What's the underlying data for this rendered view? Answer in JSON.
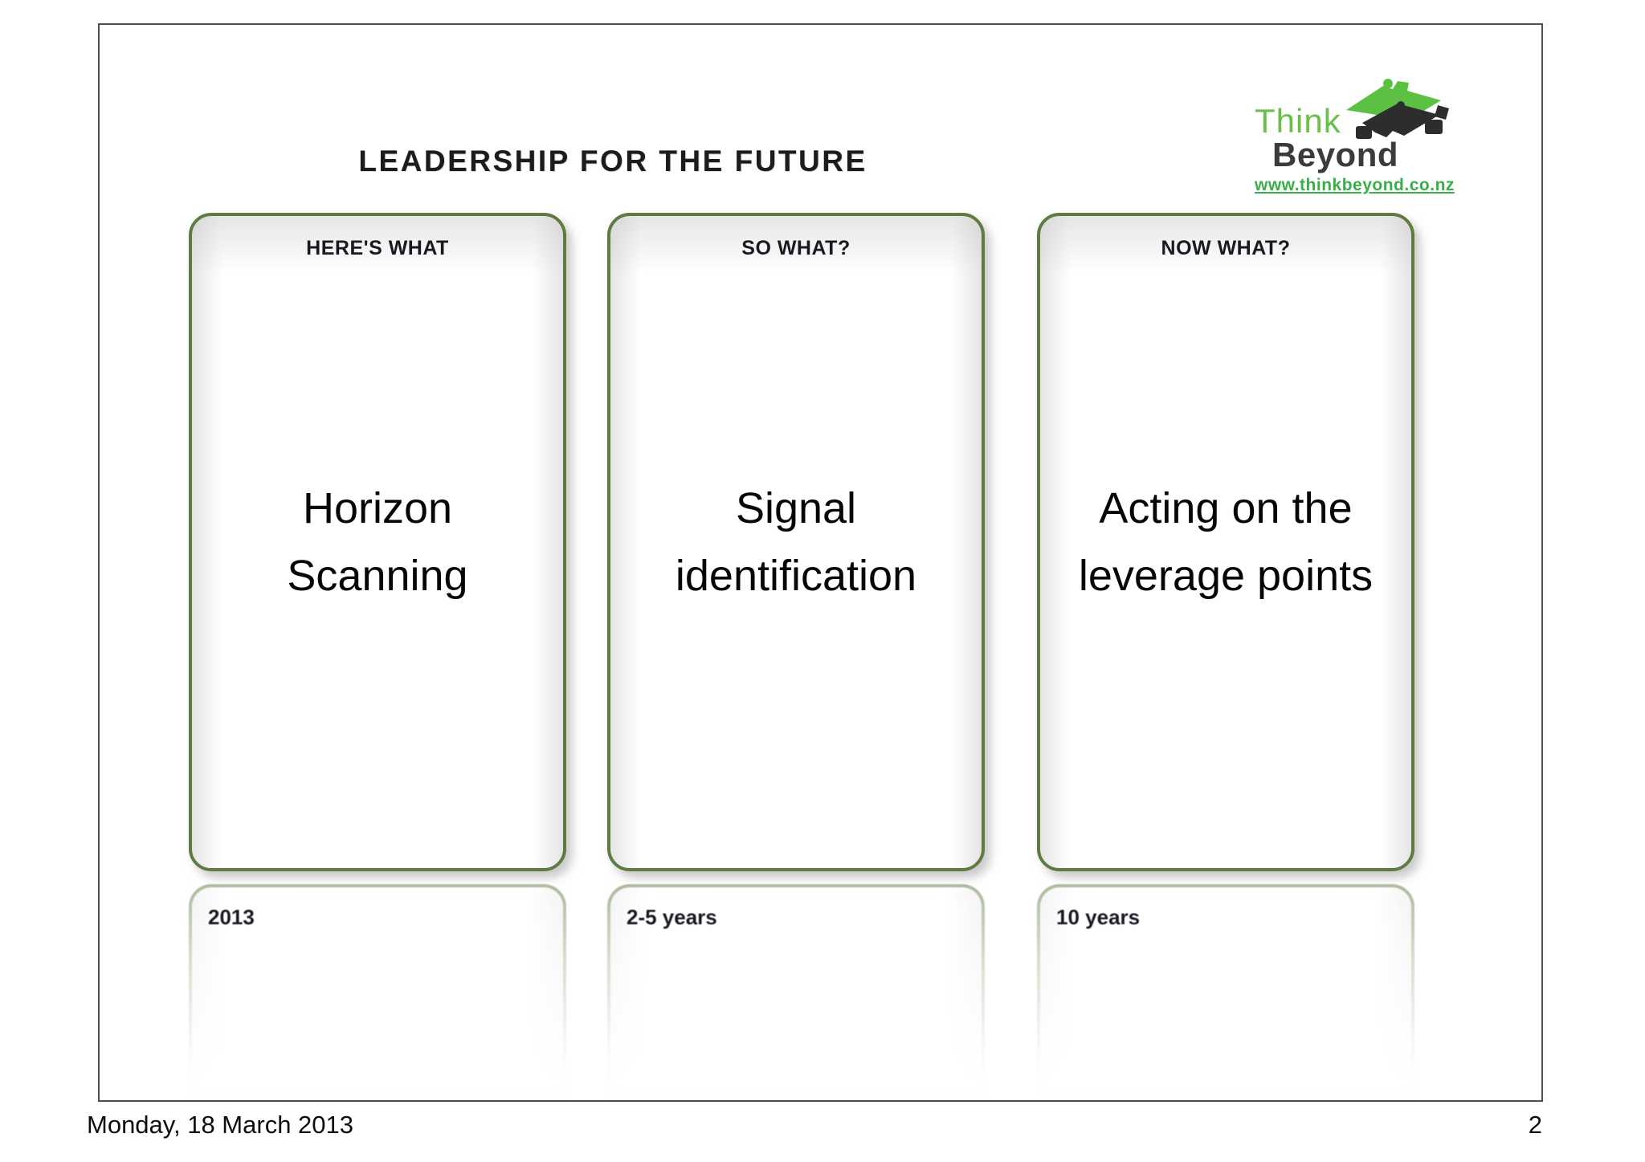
{
  "slide": {
    "title": "LEADERSHIP FOR THE FUTURE",
    "logo": {
      "word1": "Think",
      "word2": "Beyond",
      "url": "www.thinkbeyond.co.nz",
      "green": "#6abf4b",
      "dark_gray": "#3b3b3b",
      "url_green": "#3aae49"
    },
    "cards": [
      {
        "header": "HERE'S WHAT",
        "main_lines": [
          "Horizon",
          "Scanning"
        ],
        "timeframe": "2013"
      },
      {
        "header": "SO WHAT?",
        "main_lines": [
          "Signal",
          "identification"
        ],
        "timeframe": "2-5 years"
      },
      {
        "header": "NOW WHAT?",
        "main_lines": [
          "Acting on the",
          "leverage points"
        ],
        "timeframe": "10 years"
      }
    ],
    "colors": {
      "card_border_green": "#5e7c40",
      "header_text": "#191924",
      "title_text": "#1c1c1c"
    }
  },
  "footer": {
    "date": "Monday, 18 March 2013",
    "page_number": "2"
  }
}
